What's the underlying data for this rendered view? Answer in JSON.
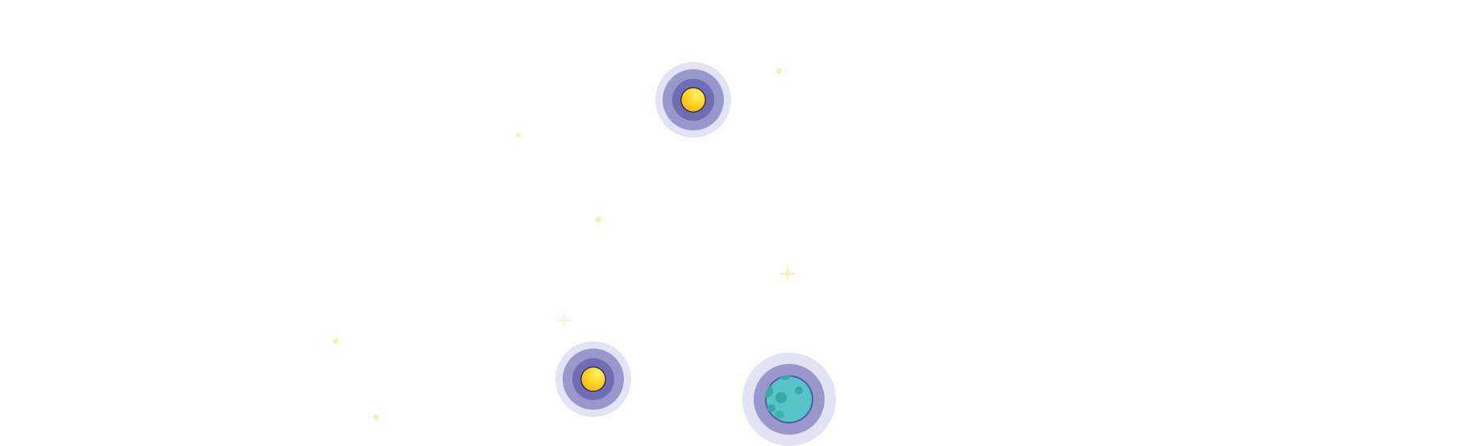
{
  "scene": {
    "background": "#fefefe",
    "nodes": [
      {
        "id": "node-top-sun",
        "kind": "sun",
        "icon": "sun-icon"
      },
      {
        "id": "node-bottom-left-sun",
        "kind": "sun",
        "icon": "sun-icon"
      },
      {
        "id": "node-bottom-planet",
        "kind": "planet",
        "icon": "planet-icon"
      }
    ],
    "colors": {
      "halo": "#e2e4f6",
      "ring_mid": "#9898cc",
      "ring_inner": "#6f6db4",
      "sun_light": "#fff06a",
      "sun_dark": "#f29b12",
      "planet": "#55c5c8",
      "crater": "#38a9a4",
      "star": "#f5f1b0"
    }
  }
}
